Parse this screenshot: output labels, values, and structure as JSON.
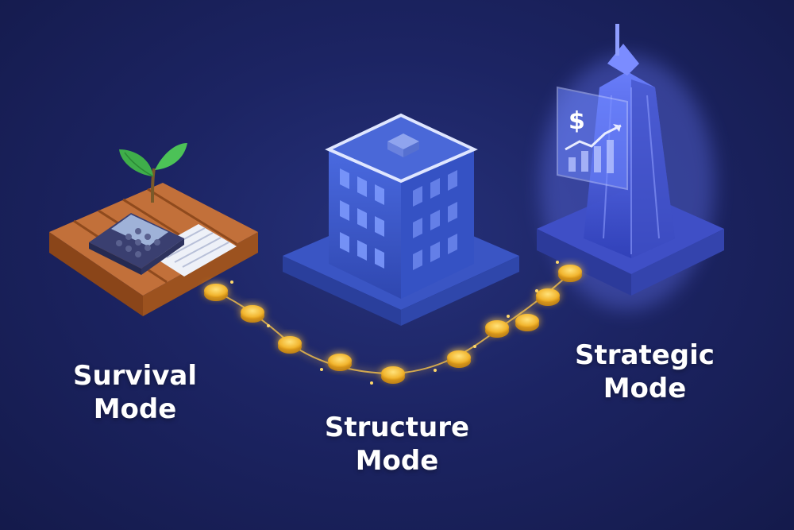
{
  "stages": [
    {
      "id": "survival",
      "line1": "Survival",
      "line2": "Mode"
    },
    {
      "id": "structure",
      "line1": "Structure",
      "line2": "Mode"
    },
    {
      "id": "strategic",
      "line1": "Strategic",
      "line2": "Mode"
    }
  ],
  "icons": {
    "sign": "$"
  },
  "colors": {
    "background": "#1c2463",
    "coin": "#f2b630",
    "coin_glow": "#ffcc44",
    "wood": "#b8652e",
    "building": "#3d5bc9",
    "tower": "#5a6cf0",
    "leaf": "#3fae4a"
  }
}
